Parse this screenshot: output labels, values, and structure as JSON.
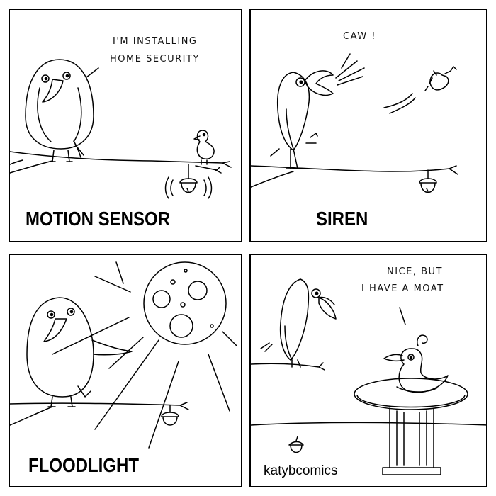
{
  "comic": {
    "panels": [
      {
        "speech_lines": [
          "I'M INSTALLING",
          "HOME SECURITY"
        ],
        "caption": "MOTION SENSOR"
      },
      {
        "speech_lines": [
          "CAW !"
        ],
        "caption": "SIREN"
      },
      {
        "caption": "FLOODLIGHT"
      },
      {
        "speech_lines": [
          "NICE, BUT",
          "I HAVE A MOAT"
        ],
        "signature": "katybcomics"
      }
    ]
  },
  "colors": {
    "ink": "#000000",
    "paper": "#ffffff"
  },
  "icons": [
    "crow-icon",
    "small-bird-icon",
    "acorn-icon",
    "moon-icon",
    "duck-icon",
    "birdbath-icon"
  ]
}
